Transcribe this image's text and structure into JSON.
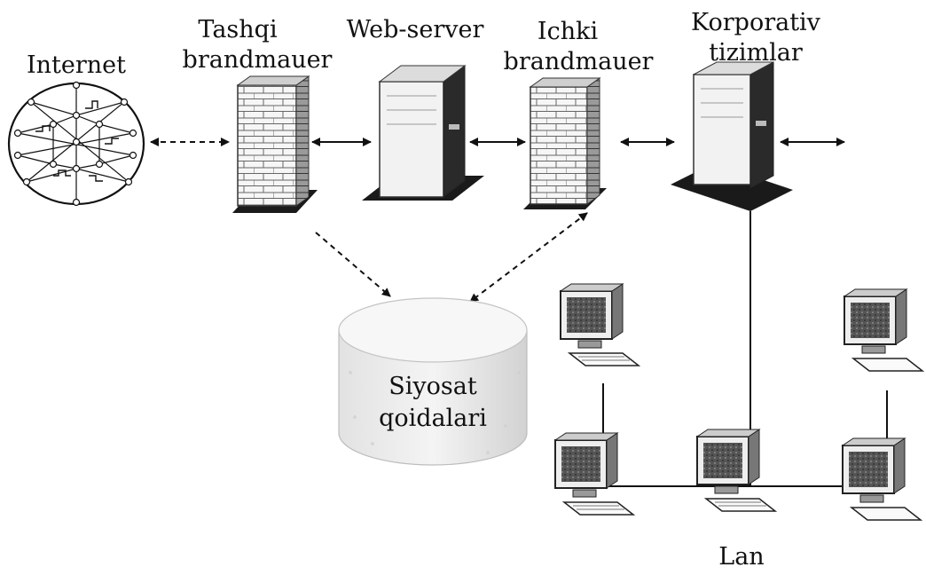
{
  "labels": {
    "internet": "Internet",
    "external_firewall_line1": "Tashqi",
    "external_firewall_line2": "brandmauer",
    "web_server": "Web-server",
    "internal_firewall_line1": "Ichki",
    "internal_firewall_line2": "brandmauer",
    "corporate_line1": "Korporativ",
    "corporate_line2": "tizimlar",
    "policy_line1": "Siyosat",
    "policy_line2": "qoidalari",
    "lan": "Lan"
  },
  "icons": {
    "internet": "globe-network-icon",
    "external_firewall": "firewall-icon",
    "web_server": "server-icon",
    "internal_firewall": "firewall-icon",
    "corporate_systems": "server-icon",
    "policy_rules": "database-cylinder-icon",
    "workstation": "computer-icon"
  },
  "colors": {
    "ink": "#111111",
    "line": "#222222",
    "surface": "#ffffff",
    "cloud": "#d9d9d9"
  }
}
